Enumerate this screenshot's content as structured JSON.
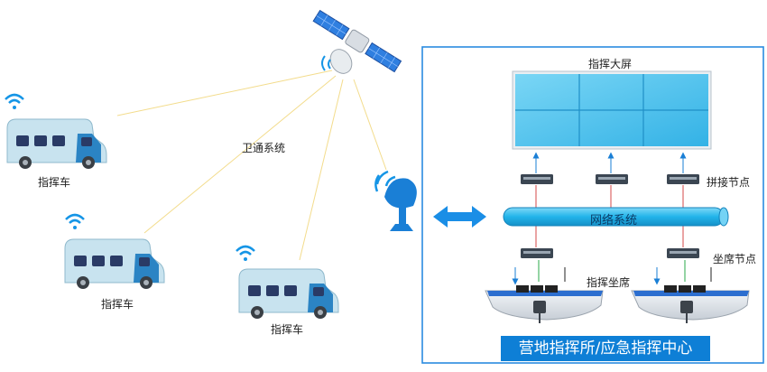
{
  "labels": {
    "vehicle_1": "指挥车",
    "vehicle_2": "指挥车",
    "vehicle_3": "指挥车",
    "satcom": "卫通系统",
    "big_screen": "指挥大屏",
    "splice_nodes": "拼接节点",
    "network": "网络系统",
    "seat_nodes": "坐席节点",
    "command_seats": "指挥坐席",
    "center": "营地指挥所/应急指挥中心"
  },
  "colors": {
    "link_line": "#f3dc8c",
    "frame_border": "#2a8be0",
    "vehicle_body": "#c8e3ef",
    "vehicle_nose": "#2b84c4",
    "screen_panel": "#5cc6ef",
    "network_tube": "#2bb7ea",
    "center_label_bg": "#0e7fd6",
    "wifi": "#1595e6"
  },
  "icons": {
    "satellite": "satellite-icon",
    "dish": "satellite-dish-icon",
    "wifi": "wifi-icon",
    "vehicle": "rv-vehicle-icon",
    "switch": "network-switch-icon",
    "console": "operator-console-icon"
  }
}
